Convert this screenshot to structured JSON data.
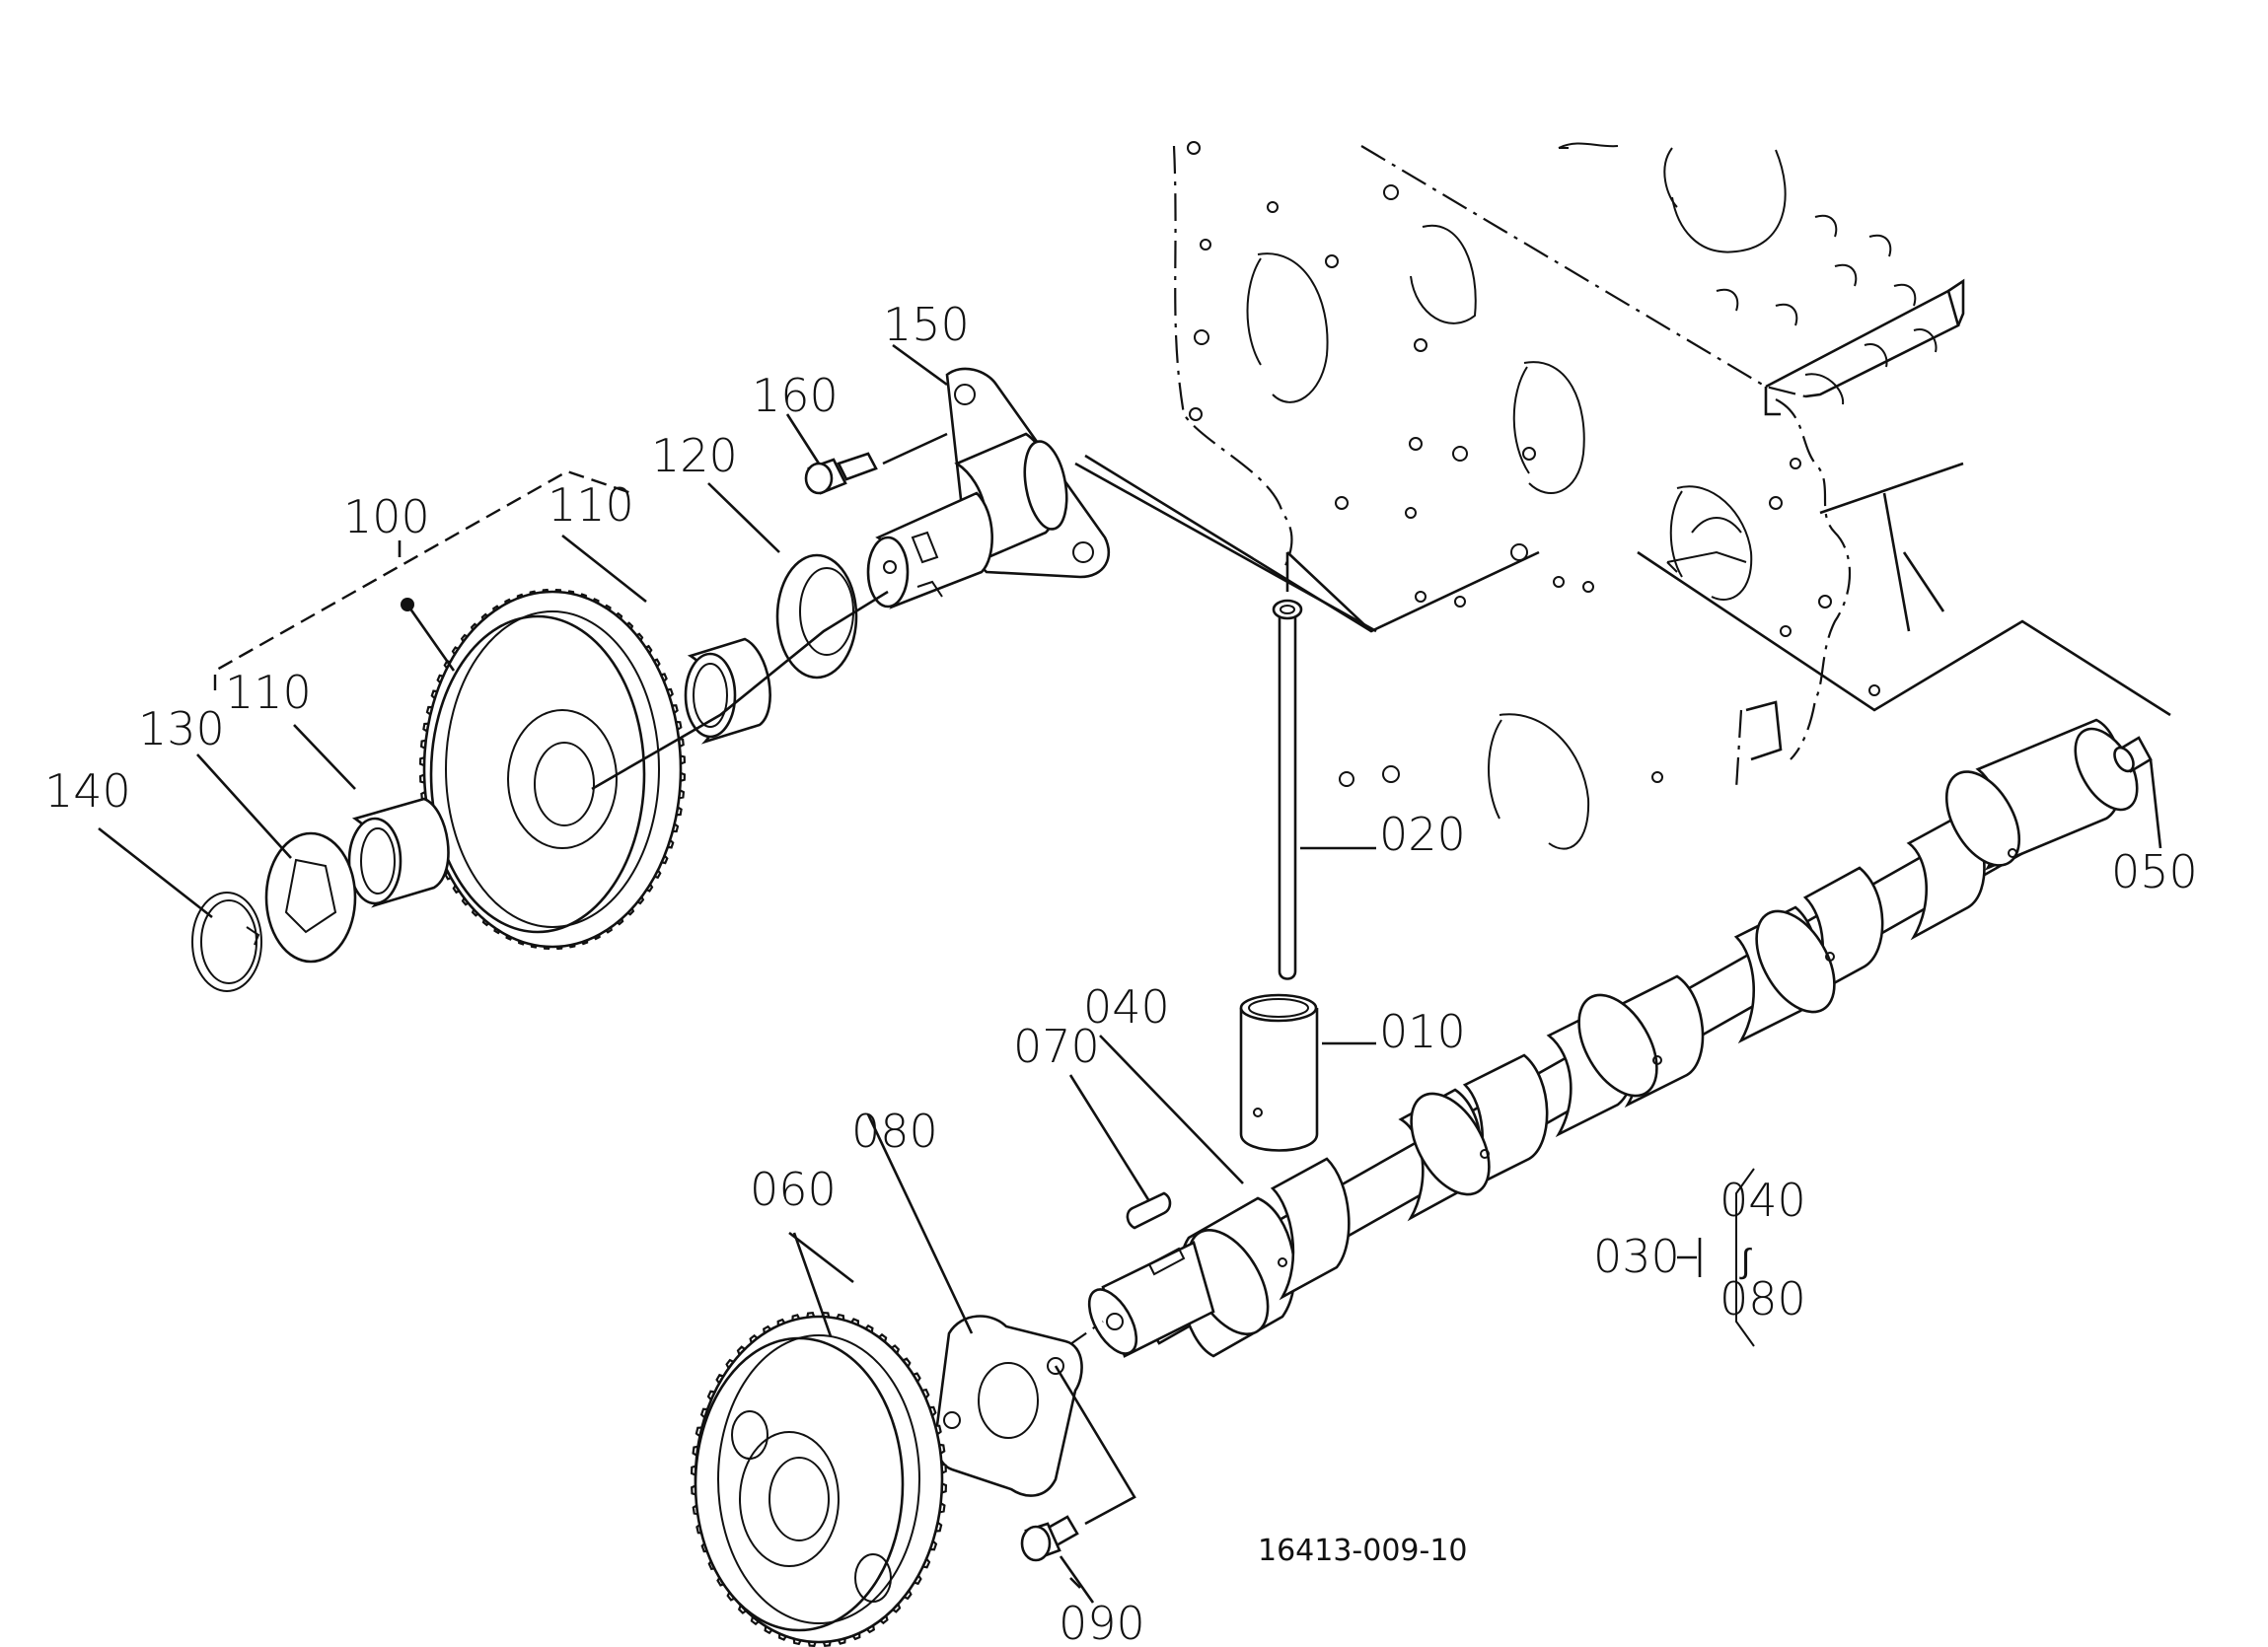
{
  "diagram": {
    "reference_number": "16413-009-10",
    "callouts": {
      "p010": "010",
      "p020": "020",
      "p030": "030",
      "p040": "040",
      "p050": "050",
      "p060": "060",
      "p070": "070",
      "p080": "080",
      "p090": "090",
      "p100": "100",
      "p110a": "110",
      "p110b": "110",
      "p120": "120",
      "p130": "130",
      "p140": "140",
      "p150": "150",
      "p160": "160"
    },
    "assembly_bracket": {
      "from": "040",
      "range_symbol": "∫",
      "to": "080"
    }
  }
}
